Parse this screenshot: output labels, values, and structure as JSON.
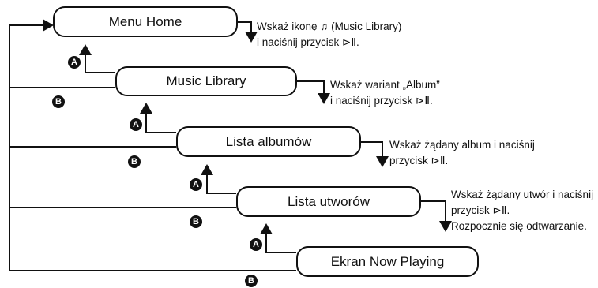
{
  "boxes": [
    {
      "label": "Menu Home"
    },
    {
      "label": "Music Library"
    },
    {
      "label": "Lista albumów"
    },
    {
      "label": "Lista utworów"
    },
    {
      "label": "Ekran Now Playing"
    }
  ],
  "instructions": [
    {
      "lines": [
        "Wskaż ikonę ♫ (Music Library)",
        "i naciśnij przycisk ⊳Ⅱ."
      ]
    },
    {
      "lines": [
        "Wskaż wariant „Album”",
        "i naciśnij przycisk ⊳Ⅱ."
      ]
    },
    {
      "lines": [
        "Wskaż żądany album i naciśnij",
        "przycisk ⊳Ⅱ."
      ]
    },
    {
      "lines": [
        "Wskaż żądany utwór i naciśnij",
        "przycisk ⊳Ⅱ.",
        "Rozpocznie się odtwarzanie."
      ]
    }
  ],
  "badges": {
    "a": "A",
    "b": "B"
  }
}
